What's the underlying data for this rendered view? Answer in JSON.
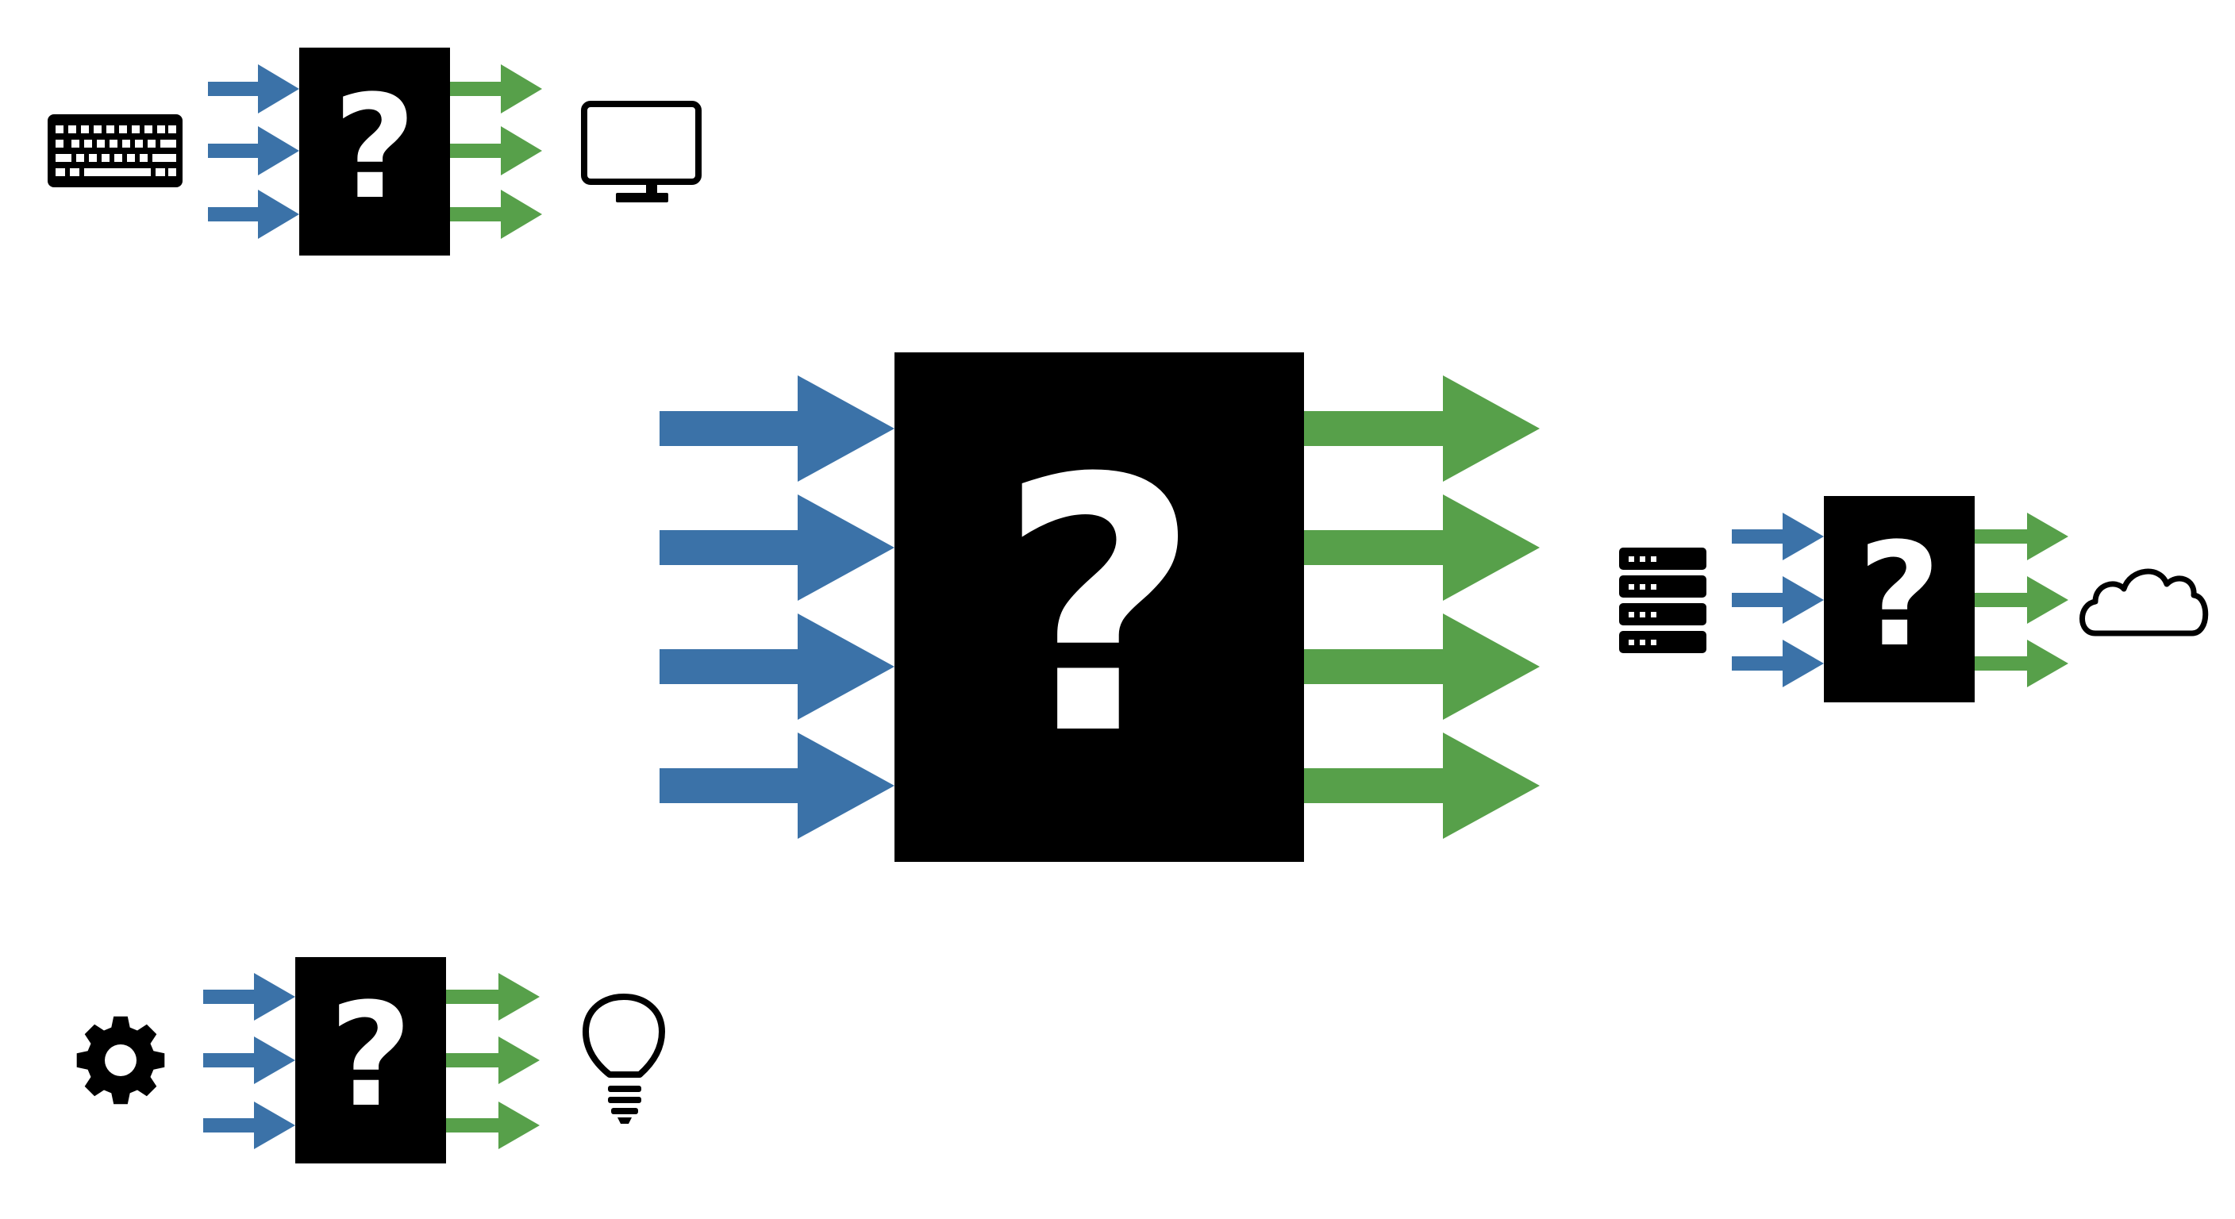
{
  "colors": {
    "background": "#ffffff",
    "box": "#000000",
    "symbol": "#ffffff",
    "input_arrow": "#3b72a8",
    "output_arrow": "#57a04a"
  },
  "boxes": [
    {
      "id": "box-keyboard-monitor",
      "symbol": "?",
      "inputs": 3,
      "outputs": 3,
      "input_icon": "keyboard-icon",
      "output_icon": "monitor-icon"
    },
    {
      "id": "box-central",
      "symbol": "?",
      "inputs": 4,
      "outputs": 4,
      "input_icon": "",
      "output_icon": ""
    },
    {
      "id": "box-server-cloud",
      "symbol": "?",
      "inputs": 3,
      "outputs": 3,
      "input_icon": "server-icon",
      "output_icon": "cloud-icon"
    },
    {
      "id": "box-gear-lightbulb",
      "symbol": "?",
      "inputs": 3,
      "outputs": 3,
      "input_icon": "gear-icon",
      "output_icon": "lightbulb-icon"
    }
  ]
}
